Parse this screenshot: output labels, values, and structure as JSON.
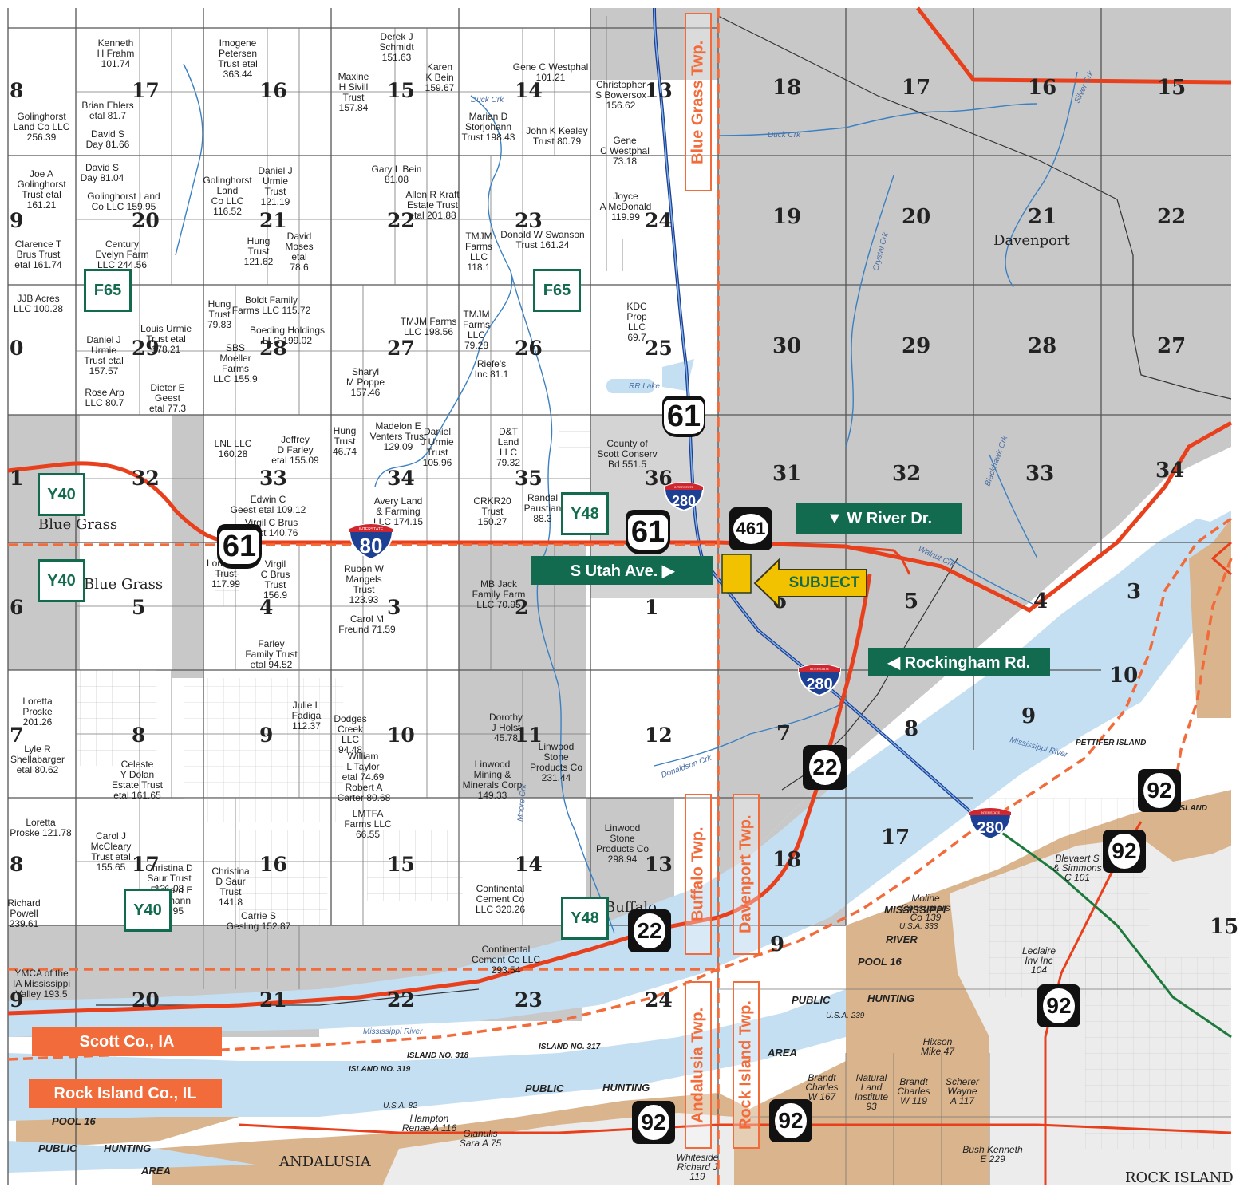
{
  "colors": {
    "water": "#c5dff2",
    "sand": "#d9b48c",
    "shade_gray": "#c8c8c8",
    "road_red": "#e8401c",
    "boundary_dash": "#f26b3a",
    "callout_green": "#126b4f",
    "subject_yellow": "#f2c200",
    "interstate_blue": "#1d3f94"
  },
  "sections_left": [
    {
      "n": "8"
    },
    {
      "n": "17"
    },
    {
      "n": "16"
    },
    {
      "n": "15"
    },
    {
      "n": "14"
    },
    {
      "n": "13"
    },
    {
      "n": "9"
    },
    {
      "n": "20"
    },
    {
      "n": "21"
    },
    {
      "n": "22"
    },
    {
      "n": "23"
    },
    {
      "n": "24"
    },
    {
      "n": "0"
    },
    {
      "n": "29"
    },
    {
      "n": "28"
    },
    {
      "n": "27"
    },
    {
      "n": "26"
    },
    {
      "n": "25"
    },
    {
      "n": "1"
    },
    {
      "n": "32"
    },
    {
      "n": "33"
    },
    {
      "n": "34"
    },
    {
      "n": "35"
    },
    {
      "n": "36"
    },
    {
      "n": "6"
    },
    {
      "n": "5"
    },
    {
      "n": "4"
    },
    {
      "n": "3"
    },
    {
      "n": "2"
    },
    {
      "n": "1"
    },
    {
      "n": "7"
    },
    {
      "n": "8"
    },
    {
      "n": "9"
    },
    {
      "n": "10"
    },
    {
      "n": "11"
    },
    {
      "n": "12"
    },
    {
      "n": "8"
    },
    {
      "n": "17"
    },
    {
      "n": "16"
    },
    {
      "n": "15"
    },
    {
      "n": "14"
    },
    {
      "n": "13"
    },
    {
      "n": "9"
    },
    {
      "n": "20"
    },
    {
      "n": "21"
    },
    {
      "n": "22"
    },
    {
      "n": "23"
    },
    {
      "n": "24"
    }
  ],
  "sections_right": [
    {
      "n": "18"
    },
    {
      "n": "17"
    },
    {
      "n": "16"
    },
    {
      "n": "15"
    },
    {
      "n": "19"
    },
    {
      "n": "20"
    },
    {
      "n": "21"
    },
    {
      "n": "22"
    },
    {
      "n": "30"
    },
    {
      "n": "29"
    },
    {
      "n": "28"
    },
    {
      "n": "27"
    },
    {
      "n": "31"
    },
    {
      "n": "32"
    },
    {
      "n": "33"
    },
    {
      "n": "34"
    },
    {
      "n": "6"
    },
    {
      "n": "5"
    },
    {
      "n": "4"
    },
    {
      "n": "3"
    },
    {
      "n": "7"
    },
    {
      "n": "8"
    },
    {
      "n": "9"
    },
    {
      "n": "10"
    },
    {
      "n": "18"
    },
    {
      "n": "17"
    },
    {
      "n": "15"
    },
    {
      "n": "9"
    }
  ],
  "parcels": [
    {
      "lines": [
        "Kenneth",
        "H Frahm",
        "101.74"
      ]
    },
    {
      "lines": [
        "Imogene",
        "Petersen",
        "Trust etal",
        "363.44"
      ]
    },
    {
      "lines": [
        "Maxine",
        "H Sivill",
        "Trust",
        "157.84"
      ]
    },
    {
      "lines": [
        "Derek J",
        "Schmidt",
        "151.63"
      ]
    },
    {
      "lines": [
        "Karen",
        "K Bein",
        "159.67"
      ]
    },
    {
      "lines": [
        "Gene C Westphal",
        "101.21"
      ]
    },
    {
      "lines": [
        "Christopher",
        "S Bowersox",
        "156.62"
      ]
    },
    {
      "lines": [
        "Brian Ehlers",
        "etal 81.7"
      ]
    },
    {
      "lines": [
        "Golinghorst",
        "Land Co LLC",
        "256.39"
      ]
    },
    {
      "lines": [
        "David S",
        "Day 81.66"
      ]
    },
    {
      "lines": [
        "Marian D",
        "Storjohann",
        "Trust 198.43"
      ]
    },
    {
      "lines": [
        "John K Kealey",
        "Trust 80.79"
      ]
    },
    {
      "lines": [
        "Gene",
        "C Westphal",
        "73.18"
      ]
    },
    {
      "lines": [
        "David S",
        "Day 81.04"
      ]
    },
    {
      "lines": [
        "Joe A",
        "Golinghorst",
        "Trust etal",
        "161.21"
      ]
    },
    {
      "lines": [
        "Golinghorst Land",
        "Co LLC 159.95"
      ]
    },
    {
      "lines": [
        "Golinghorst",
        "Land",
        "Co LLC",
        "116.52"
      ]
    },
    {
      "lines": [
        "Daniel J",
        "Urmie",
        "Trust",
        "121.19"
      ]
    },
    {
      "lines": [
        "Gary L Bein",
        "81.08"
      ]
    },
    {
      "lines": [
        "Allen R Kraft",
        "Estate Trust",
        "etal 201.88"
      ]
    },
    {
      "lines": [
        "Joyce",
        "A McDonald",
        "119.99"
      ]
    },
    {
      "lines": [
        "Clarence T",
        "Brus Trust",
        "etal 161.74"
      ]
    },
    {
      "lines": [
        "Century",
        "Evelyn Farm",
        "LLC 244.56"
      ]
    },
    {
      "lines": [
        "Hung",
        "Trust",
        "121.62"
      ]
    },
    {
      "lines": [
        "David",
        "Moses",
        "etal",
        "78.6"
      ]
    },
    {
      "lines": [
        "TMJM",
        "Farms",
        "LLC",
        "118.1"
      ]
    },
    {
      "lines": [
        "Donald W Swanson",
        "Trust 161.24"
      ]
    },
    {
      "lines": [
        "JJB Acres",
        "LLC 100.28"
      ]
    },
    {
      "lines": [
        "Hung",
        "Trust",
        "79.83"
      ]
    },
    {
      "lines": [
        "Boldt Family",
        "Farms LLC 115.72"
      ]
    },
    {
      "lines": [
        "Boeding Holdings",
        "LLC 199.02"
      ]
    },
    {
      "lines": [
        "TMJM Farms",
        "LLC 198.56"
      ]
    },
    {
      "lines": [
        "TMJM",
        "Farms",
        "LLC",
        "79.28"
      ]
    },
    {
      "lines": [
        "KDC",
        "Prop",
        "LLC",
        "69.7"
      ]
    },
    {
      "lines": [
        "Louis Urmie",
        "Trust etal",
        "178.21"
      ]
    },
    {
      "lines": [
        "Daniel J",
        "Urmie",
        "Trust etal",
        "157.57"
      ]
    },
    {
      "lines": [
        "SBS",
        "Moeller",
        "Farms",
        "LLC 155.9"
      ]
    },
    {
      "lines": [
        "Sharyl",
        "M Poppe",
        "157.46"
      ]
    },
    {
      "lines": [
        "Riefe's",
        "Inc 81.1"
      ]
    },
    {
      "lines": [
        "Rose Arp",
        "LLC 80.7"
      ]
    },
    {
      "lines": [
        "Dieter E",
        "Geest",
        "etal 77.3"
      ]
    },
    {
      "lines": [
        "LNL LLC",
        "160.28"
      ]
    },
    {
      "lines": [
        "Jeffrey",
        "D Farley",
        "etal 155.09"
      ]
    },
    {
      "lines": [
        "Hung",
        "Trust",
        "46.74"
      ]
    },
    {
      "lines": [
        "Madelon E",
        "Venters Trust",
        "129.09"
      ]
    },
    {
      "lines": [
        "Daniel",
        "J Urmie",
        "Trust",
        "105.96"
      ]
    },
    {
      "lines": [
        "D&T",
        "Land",
        "LLC",
        "79.32"
      ]
    },
    {
      "lines": [
        "County of",
        "Scott Conserv",
        "Bd 551.5"
      ]
    },
    {
      "lines": [
        "Edwin C",
        "Geest etal 109.12"
      ]
    },
    {
      "lines": [
        "Avery Land",
        "& Farming",
        "LLC 174.15"
      ]
    },
    {
      "lines": [
        "CRKR20",
        "Trust",
        "150.27"
      ]
    },
    {
      "lines": [
        "Randal",
        "Paustian",
        "88.3"
      ]
    },
    {
      "lines": [
        "Virgil C Brus",
        "Trust 140.76"
      ]
    },
    {
      "lines": [
        "Lou Brus",
        "Trust",
        "117.99"
      ]
    },
    {
      "lines": [
        "Virgil",
        "C Brus",
        "Trust",
        "156.9"
      ]
    },
    {
      "lines": [
        "Ruben W",
        "Mangels",
        "Trust",
        "123.93"
      ]
    },
    {
      "lines": [
        "MB Jack",
        "Family Farm",
        "LLC 70.95"
      ]
    },
    {
      "lines": [
        "Carol M",
        "Freund 71.59"
      ]
    },
    {
      "lines": [
        "Farley",
        "Family Trust",
        "etal 94.52"
      ]
    },
    {
      "lines": [
        "Loretta",
        "Proske",
        "201.26"
      ]
    },
    {
      "lines": [
        "Lyle R",
        "Shellabarger",
        "etal 80.62"
      ]
    },
    {
      "lines": [
        "Celeste",
        "Y Dolan",
        "Estate Trust",
        "etal 161.65"
      ]
    },
    {
      "lines": [
        "Julie L",
        "Fadiga",
        "112.37"
      ]
    },
    {
      "lines": [
        "Dodges",
        "Creek",
        "LLC",
        "94.48"
      ]
    },
    {
      "lines": [
        "William",
        "L Taylor",
        "etal 74.69"
      ]
    },
    {
      "lines": [
        "Dorothy",
        "J Holst",
        "45.78"
      ]
    },
    {
      "lines": [
        "Linwood",
        "Mining &",
        "Minerals Corp",
        "149.33"
      ]
    },
    {
      "lines": [
        "Linwood",
        "Stone",
        "Products Co",
        "231.44"
      ]
    },
    {
      "lines": [
        "Robert A",
        "Carter 80.68"
      ]
    },
    {
      "lines": [
        "LMTFA",
        "Farms LLC",
        "66.55"
      ]
    },
    {
      "lines": [
        "Loretta",
        "Proske 121.78"
      ]
    },
    {
      "lines": [
        "Carol J",
        "McCleary",
        "Trust etal",
        "155.65"
      ]
    },
    {
      "lines": [
        "Christina D",
        "Saur Trust",
        "121.08"
      ]
    },
    {
      "lines": [
        "Christina",
        "D Saur",
        "Trust",
        "141.8"
      ]
    },
    {
      "lines": [
        "Linwood",
        "Stone",
        "Products Co",
        "298.94"
      ]
    },
    {
      "lines": [
        "Continental",
        "Cement Co",
        "LLC 320.26"
      ]
    },
    {
      "lines": [
        "Richard E",
        "Rittmann",
        "82.95"
      ]
    },
    {
      "lines": [
        "Carrie S",
        "Gesling 152.87"
      ]
    },
    {
      "lines": [
        "Continental",
        "Cement Co LLC",
        "293.54"
      ]
    },
    {
      "lines": [
        "YMCA of the",
        "IA Mississippi",
        "Valley 193.5"
      ]
    },
    {
      "lines": [
        "Richard",
        "Powell",
        "239.61"
      ]
    }
  ],
  "riverside_parcels": [
    {
      "lines": [
        "Blevaert S",
        "& Simmons",
        "C 101"
      ]
    },
    {
      "lines": [
        "Moline",
        "Consumers",
        "Co 139"
      ]
    },
    {
      "lines": [
        "Leclaire",
        "Inv Inc",
        "104"
      ]
    },
    {
      "lines": [
        "Hixson",
        "Mike 47"
      ]
    },
    {
      "lines": [
        "Brandt",
        "Charles",
        "W 167"
      ]
    },
    {
      "lines": [
        "Natural",
        "Land",
        "Institute",
        "93"
      ]
    },
    {
      "lines": [
        "Brandt",
        "Charles",
        "W 119"
      ]
    },
    {
      "lines": [
        "Scherer",
        "Wayne",
        "A 117"
      ]
    },
    {
      "lines": [
        "Bush Kenneth",
        "E 229"
      ]
    },
    {
      "lines": [
        "Hampton",
        "Renae A 116"
      ]
    },
    {
      "lines": [
        "Gianulis",
        "Sara A 75"
      ]
    },
    {
      "lines": [
        "Whiteside",
        "Richard J",
        "119"
      ]
    }
  ],
  "water_labels": [
    {
      "text": "Duck Crk"
    },
    {
      "text": "Duck Crk"
    },
    {
      "text": "Crystal Crk"
    },
    {
      "text": "Walnut Crk"
    },
    {
      "text": "Blackhawk Crk"
    },
    {
      "text": "Mississippi River"
    },
    {
      "text": "Mississippi River"
    },
    {
      "text": "Donaldson Crk"
    },
    {
      "text": "Moore Crk"
    },
    {
      "text": "RR Lake"
    },
    {
      "text": "Silver Crk"
    }
  ],
  "place_labels": {
    "davenport": "Davenport",
    "blue_grass_1": "Blue Grass",
    "blue_grass_2": "Blue Grass",
    "buffalo": "Buffalo",
    "andalusia": "ANDALUSIA",
    "rock_island": "ROCK ISLAND",
    "mississippi": "MISSISSIPPI",
    "river": "RIVER",
    "pool16a": "POOL 16",
    "pool16b": "POOL 16",
    "public_a": "PUBLIC",
    "hunting_a": "HUNTING",
    "public_b": "PUBLIC",
    "hunting_b": "HUNTING",
    "public_c": "PUBLIC",
    "hunting_c": "HUNTING",
    "area_a": "AREA",
    "area_b": "AREA",
    "island319": "ISLAND NO. 319",
    "island317": "ISLAND NO. 317",
    "island318": "ISLAND NO. 318",
    "pettifer": "PETTIFER ISLAND",
    "turkey": "TURKEY ISLAND",
    "usa333": "U.S.A. 333",
    "usa239": "U.S.A. 239",
    "usa82": "U.S.A. 82"
  },
  "township_labels": {
    "blue_grass": "Blue Grass Twp.",
    "buffalo": "Buffalo Twp.",
    "davenport": "Davenport Twp.",
    "andalusia": "Andalusia Twp.",
    "rock_island": "Rock Island Twp."
  },
  "county_labels": {
    "scott": "Scott Co., IA",
    "rock_island": "Rock Island Co., IL"
  },
  "callouts": {
    "w_river": "▼ W River Dr.",
    "s_utah": "S Utah Ave. ▶",
    "rockingham": "◀ Rockingham Rd.",
    "subject": "SUBJECT"
  },
  "county_roads": {
    "f65a": "F65",
    "f65b": "F65",
    "y40a": "Y40",
    "y40b": "Y40",
    "y40c": "Y40",
    "y48a": "Y48",
    "y48b": "Y48"
  },
  "shields": {
    "us61a": "61",
    "us61b": "61",
    "us61c": "61",
    "i80": "80",
    "i280a": "280",
    "i280b": "280",
    "i280c": "280",
    "ia461": "461",
    "ia22a": "22",
    "ia22b": "22",
    "il92a": "92",
    "il92b": "92",
    "il92c": "92",
    "il92d": "92",
    "il92e": "92",
    "interstate_word": "INTERSTATE"
  }
}
